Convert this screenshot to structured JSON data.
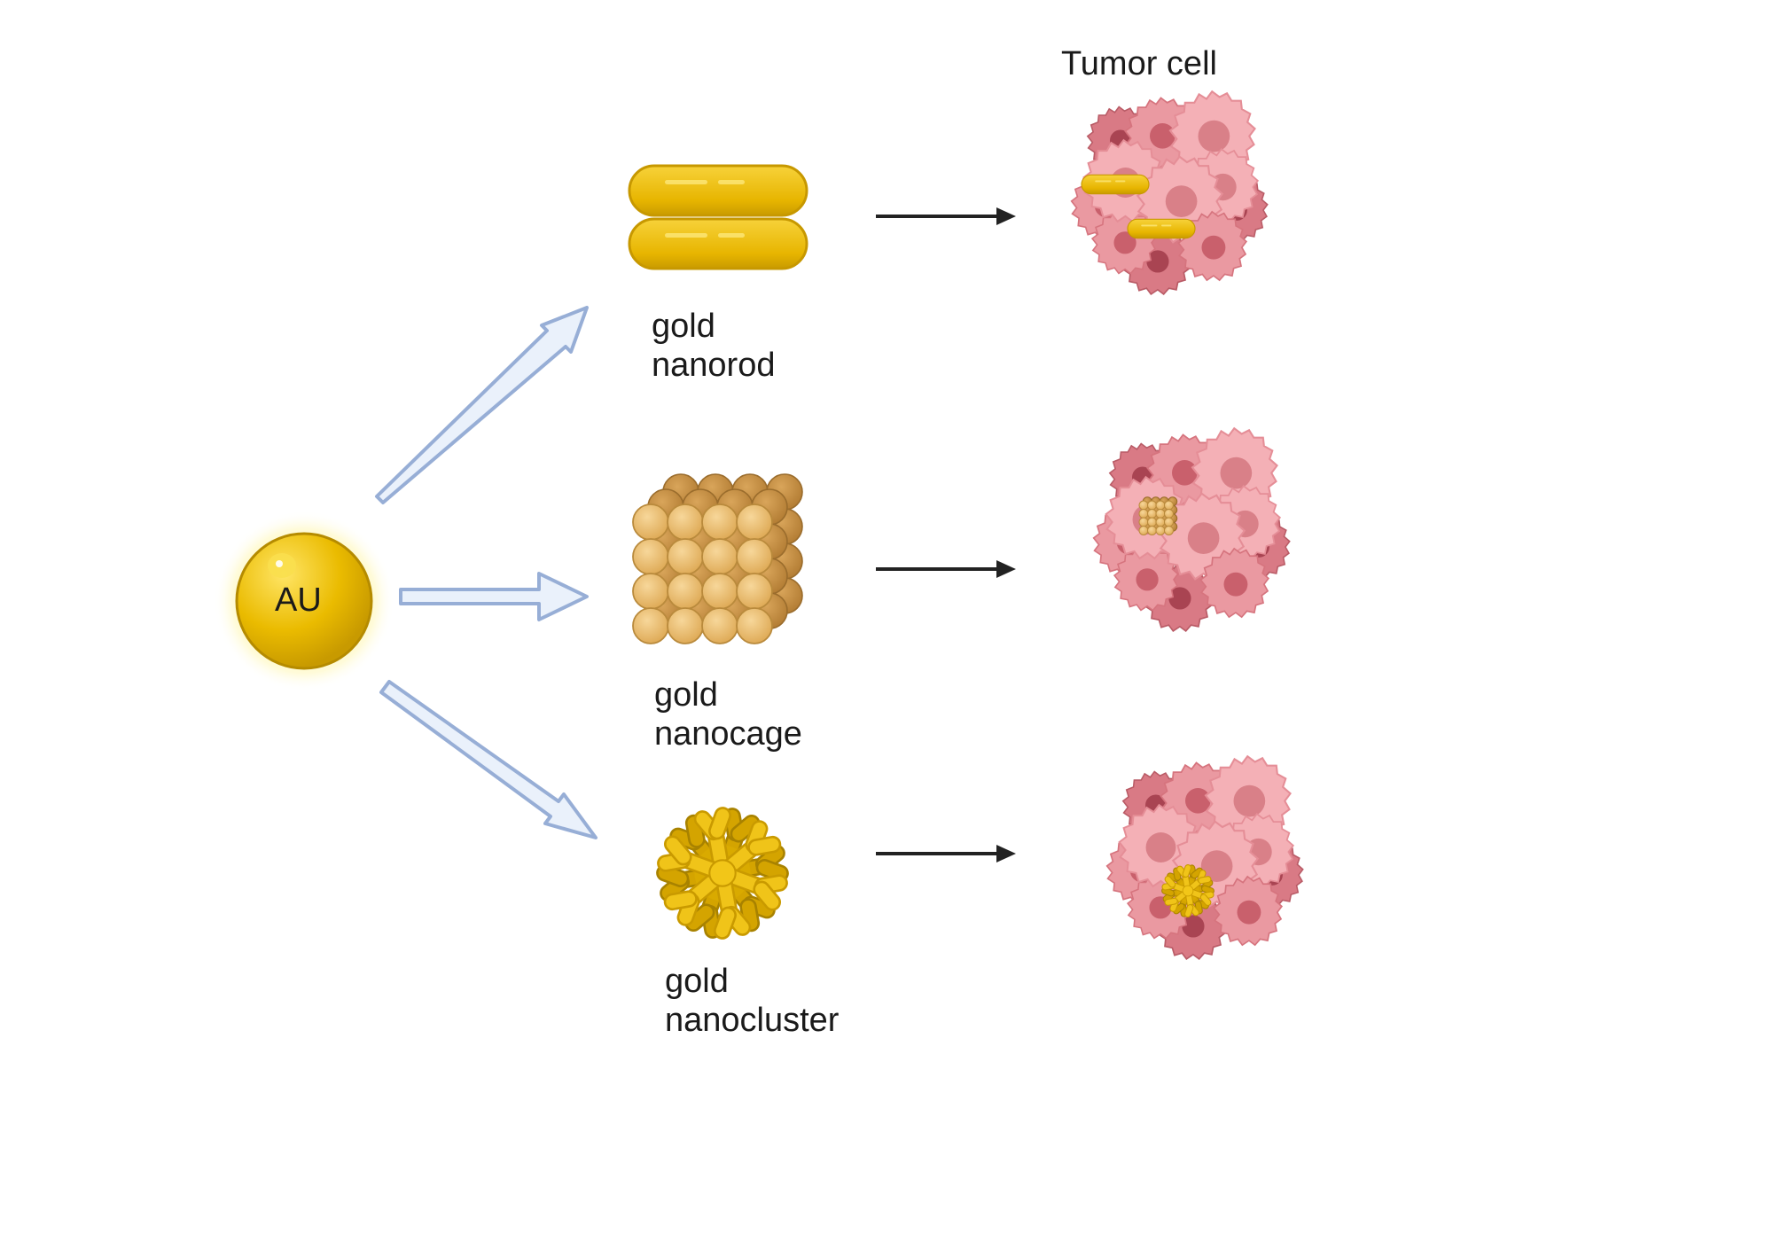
{
  "source": {
    "label": "AU"
  },
  "header": {
    "title": "Tumor cell"
  },
  "particles": [
    {
      "id": "nanorod",
      "line1": "gold",
      "line2": "nanorod"
    },
    {
      "id": "nanocage",
      "line1": "gold",
      "line2": "nanocage"
    },
    {
      "id": "nanocluster",
      "line1": "gold",
      "line2": "nanocluster"
    }
  ],
  "colors": {
    "gold": "#e8b800",
    "gold_light": "#f3cc2a",
    "gold_dark": "#c99d00",
    "cage_fill": "#e8bb6c",
    "cage_stroke": "#b98a3c",
    "cell_light": "#f4aeb4",
    "cell_mid": "#e88f98",
    "cell_dark": "#c9606c",
    "arrow_fill": "#eaf1fb",
    "arrow_stroke": "#97aed6",
    "connector": "#222222"
  }
}
